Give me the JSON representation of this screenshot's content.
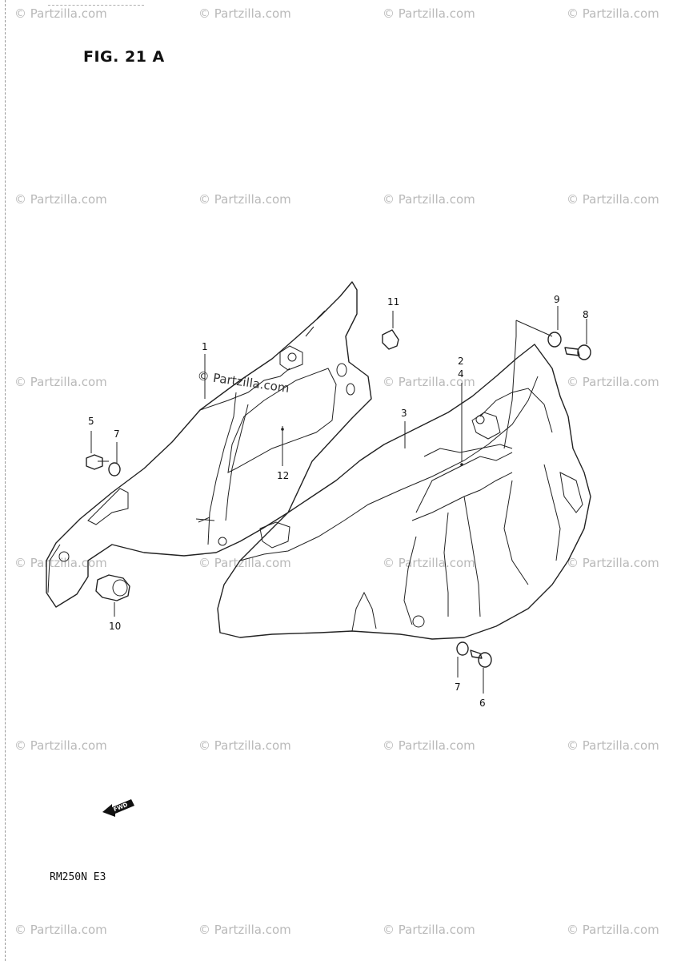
{
  "figure": {
    "title": "FIG. 21 A",
    "model": "RM250N E3"
  },
  "watermark": {
    "text": "© Partzilla.com",
    "center_text": "© Partzilla.com"
  },
  "callouts": [
    "1",
    "2",
    "3",
    "4",
    "5",
    "6",
    "7",
    "7",
    "8",
    "9",
    "10",
    "11",
    "12"
  ],
  "fwd_label": "FWD",
  "colors": {
    "line": "#222222",
    "watermark": "#b9b9b9"
  }
}
